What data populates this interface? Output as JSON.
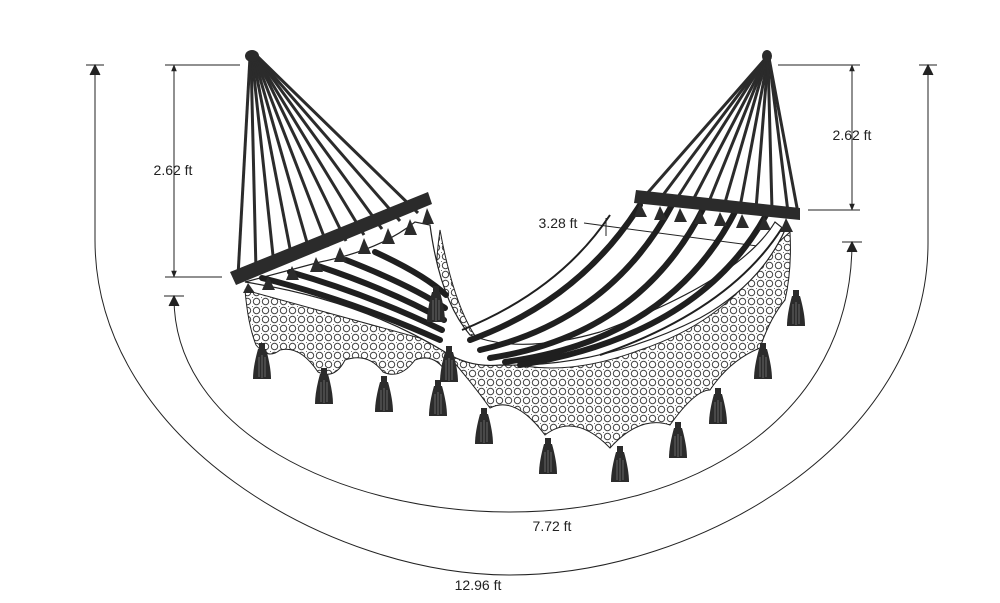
{
  "dimensions": {
    "left_spreader_drop": "2.62 ft",
    "right_spreader_drop": "2.62 ft",
    "bed_width": "3.28 ft",
    "bed_length": "7.72 ft",
    "overall_length": "12.96 ft"
  },
  "colors": {
    "line": "#222222",
    "cord": "#2b2b2b",
    "stripe": "#1f1f1f",
    "fabric": "#ffffff",
    "lace": "#b9b9b9",
    "background": "#ffffff"
  },
  "icons": [
    "left-ring-icon",
    "right-ring-icon",
    "tassel-icon"
  ]
}
